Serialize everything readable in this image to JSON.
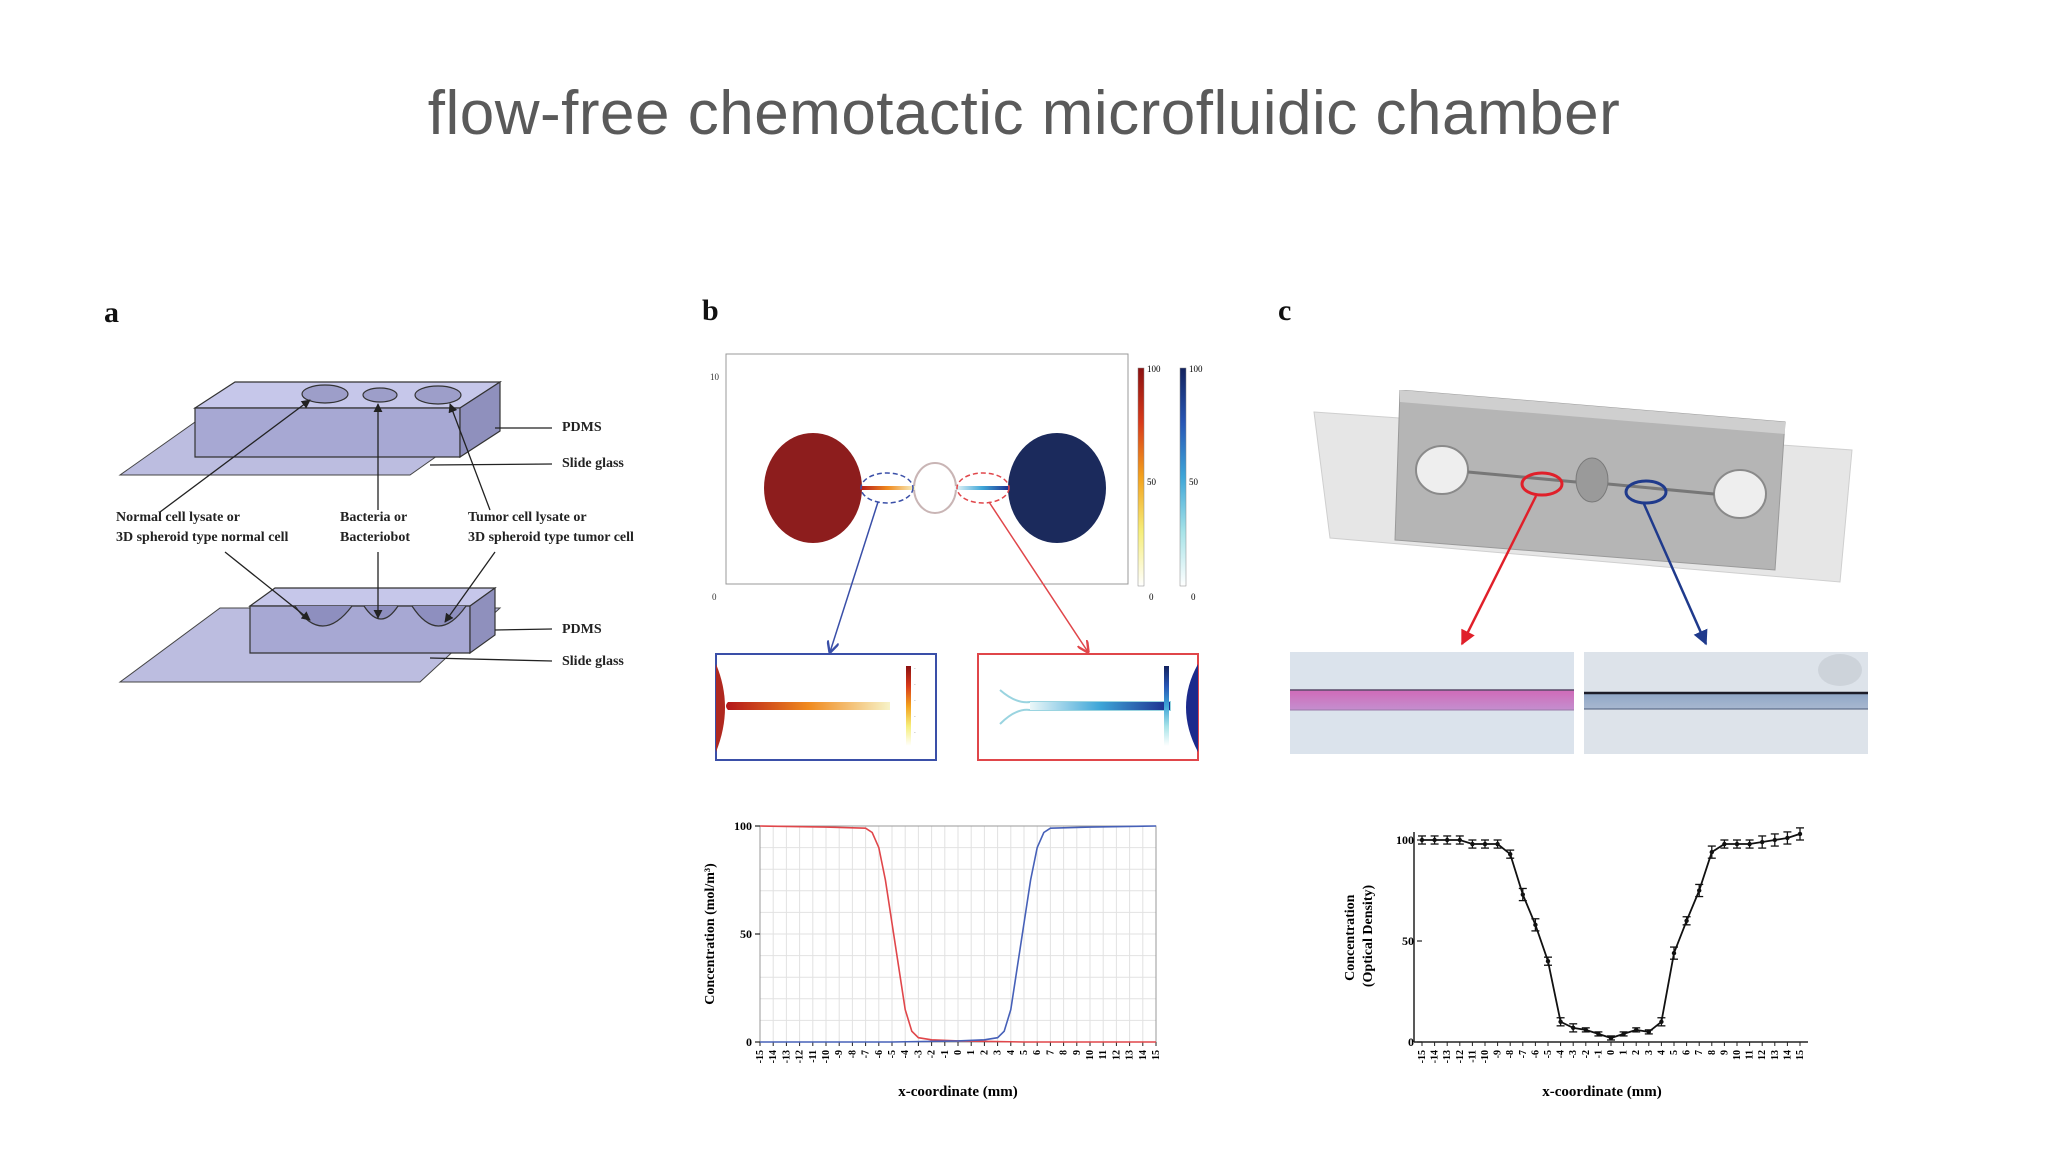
{
  "slide": {
    "title": "flow-free chemotactic microfluidic chamber"
  },
  "panel_a": {
    "letter": "a",
    "labels": {
      "pdms_top": "PDMS",
      "slide_top": "Slide glass",
      "pdms_bottom": "PDMS",
      "slide_bottom": "Slide glass",
      "normal_line1": "Normal cell lysate or",
      "normal_line2": "3D spheroid type normal cell",
      "bacteria_line1": "Bacteria or",
      "bacteria_line2": "Bacteriobot",
      "tumor_line1": "Tumor cell lysate or",
      "tumor_line2": "3D spheroid type tumor cell"
    }
  },
  "panel_b": {
    "letter": "b",
    "sim_axis": {
      "y_top": "10",
      "y_bottom": "0"
    },
    "colorbars": [
      {
        "top": "100",
        "mid": "50",
        "bottom": "0",
        "colors": [
          "#8b1010",
          "#d83a1a",
          "#f3a21d",
          "#f6ee7a",
          "#ffffff"
        ]
      },
      {
        "top": "100",
        "mid": "50",
        "bottom": "0",
        "colors": [
          "#12225e",
          "#2756b5",
          "#3ea6d8",
          "#a6e3e8",
          "#ffffff"
        ]
      }
    ],
    "colors": {
      "red": "#8d1d1d",
      "navy": "#1b2a5c",
      "red_line": "#e0464a",
      "blue_line": "#4660b8"
    }
  },
  "panel_c": {
    "letter": "c",
    "colors": {
      "marker_red": "#e0202a",
      "marker_blue": "#1f3a8c",
      "chamber": "#9e9e9e"
    }
  },
  "chart_data": [
    {
      "type": "line",
      "xlabel": "x-coordinate (mm)",
      "ylabel": "Concentration (mol/m³)",
      "ylim": [
        0,
        100
      ],
      "xlim": [
        -15,
        15
      ],
      "yticks": [
        "0",
        "50",
        "100"
      ],
      "xticks": [
        "-15",
        "-14",
        "-13",
        "-12",
        "-11",
        "-10",
        "-9",
        "-8",
        "-7",
        "-6",
        "-5",
        "-4",
        "-3",
        "-2",
        "-1",
        "0",
        "1",
        "2",
        "3",
        "4",
        "5",
        "6",
        "7",
        "8",
        "9",
        "10",
        "11",
        "12",
        "13",
        "14",
        "15"
      ],
      "grid": true,
      "series": [
        {
          "color": "#e0464a",
          "x": [
            -15,
            -10,
            -7,
            -6.5,
            -6,
            -5.5,
            -5,
            -4.5,
            -4,
            -3.5,
            -3,
            -2,
            0,
            5,
            10,
            15
          ],
          "y": [
            100,
            99.5,
            99,
            97,
            90,
            75,
            55,
            35,
            15,
            5,
            2,
            1,
            0.5,
            0,
            0,
            0
          ]
        },
        {
          "color": "#4660b8",
          "x": [
            -15,
            -5,
            0,
            2,
            3,
            3.5,
            4,
            4.5,
            5,
            5.5,
            6,
            6.5,
            7,
            10,
            15
          ],
          "y": [
            0,
            0,
            0.5,
            1,
            2,
            5,
            15,
            35,
            55,
            75,
            90,
            97,
            99,
            99.5,
            100
          ]
        }
      ]
    },
    {
      "type": "line",
      "xlabel": "x-coordinate (mm)",
      "ylabel_lines": [
        "Concentration",
        "(Optical Density)"
      ],
      "ylim": [
        0,
        100
      ],
      "xlim": [
        -15,
        15
      ],
      "yticks": [
        "0",
        "50",
        "100"
      ],
      "xticks": [
        "-15",
        "-14",
        "-13",
        "-12",
        "-11",
        "-10",
        "-9",
        "-8",
        "-7",
        "-6",
        "-5",
        "-4",
        "-3",
        "-2",
        "-1",
        "0",
        "1",
        "2",
        "3",
        "4",
        "5",
        "6",
        "7",
        "8",
        "9",
        "10",
        "11",
        "12",
        "13",
        "14",
        "15"
      ],
      "grid": false,
      "error_bars": true,
      "series": [
        {
          "color": "#111111",
          "x": [
            -15,
            -14,
            -13,
            -12,
            -11,
            -10,
            -9,
            -8,
            -7,
            -6,
            -5,
            -4,
            -3,
            -2,
            -1,
            0,
            1,
            2,
            3,
            4,
            5,
            6,
            7,
            8,
            9,
            10,
            11,
            12,
            13,
            14,
            15
          ],
          "y": [
            100,
            100,
            100,
            100,
            98,
            98,
            98,
            93,
            73,
            58,
            40,
            10,
            7,
            6,
            4,
            2,
            4,
            6,
            5,
            10,
            44,
            60,
            75,
            94,
            98,
            98,
            98,
            99,
            100,
            101,
            103
          ],
          "err": [
            2,
            2,
            2,
            2,
            2,
            2,
            2,
            2,
            3,
            3,
            2,
            2,
            2,
            1,
            1,
            1,
            1,
            1,
            1,
            2,
            3,
            2,
            3,
            3,
            2,
            2,
            2,
            3,
            3,
            3,
            3
          ]
        }
      ]
    }
  ]
}
